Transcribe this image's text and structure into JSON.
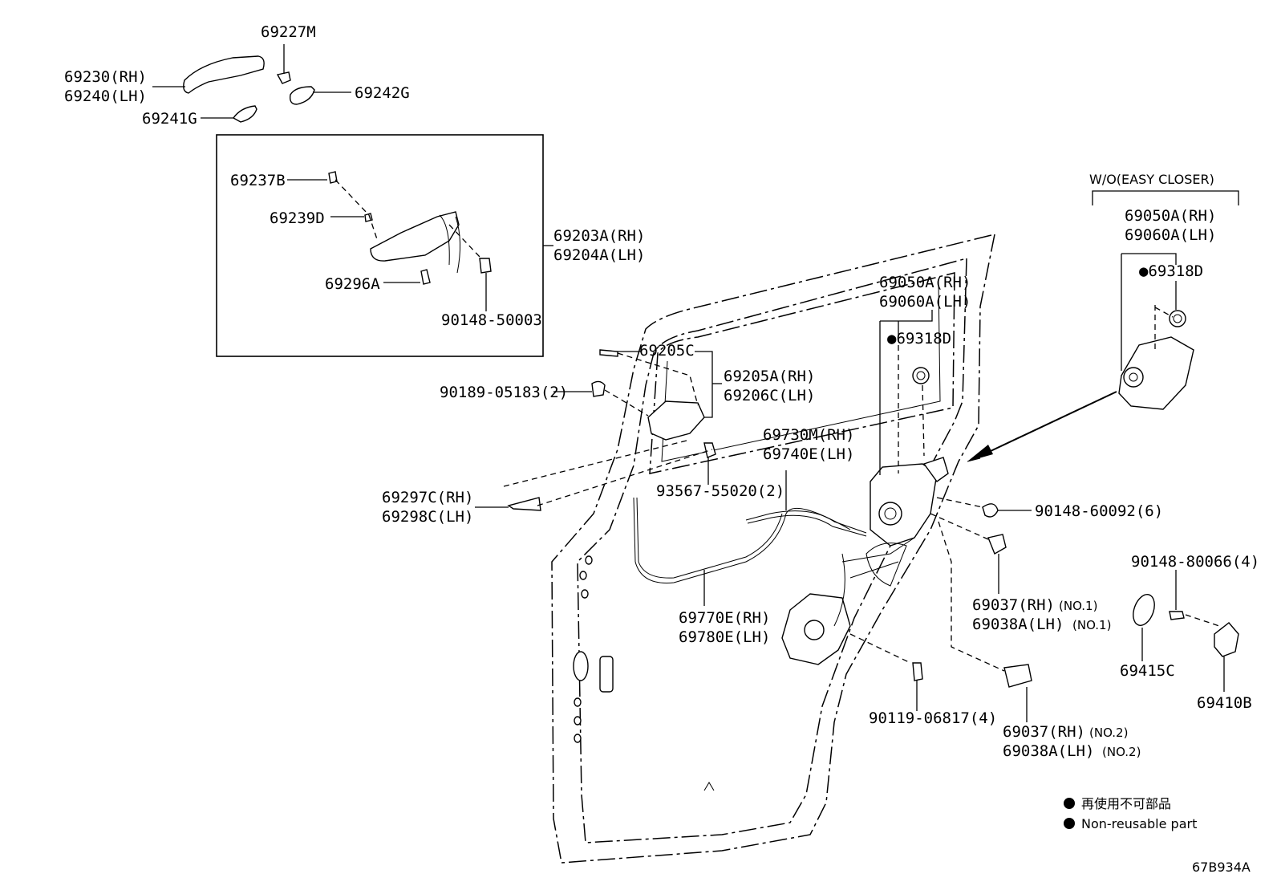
{
  "diagram": {
    "drawing_code": "67B934A",
    "variant_header": "W/O(EASY CLOSER)",
    "legend": {
      "jp": "再使用不可部品",
      "en": "Non-reusable part"
    },
    "labels": {
      "p69227M": "69227M",
      "p69230": "69230(RH)",
      "p69240": "69240(LH)",
      "p69242G": "69242G",
      "p69241G": "69241G",
      "p69237B": "69237B",
      "p69239D": "69239D",
      "p69296A": "69296A",
      "p90148_50003": "90148-50003",
      "p69203A": "69203A(RH)",
      "p69204A": "69204A(LH)",
      "p69205C": "69205C",
      "p69205A": "69205A(RH)",
      "p69206C": "69206C(LH)",
      "p90189": "90189-05183(2)",
      "p69297C": "69297C(RH)",
      "p69298C": "69298C(LH)",
      "p93567": "93567-55020(2)",
      "p69050A_c": "69050A(RH)",
      "p69060A_c": "69060A(LH)",
      "p69318D_c": "●69318D",
      "p69730M": "69730M(RH)",
      "p69740E": "69740E(LH)",
      "p69770E": "69770E(RH)",
      "p69780E": "69780E(LH)",
      "p90119": "90119-06817(4)",
      "p90148_60092": "90148-60092(6)",
      "p69037_1": "69037(RH)",
      "p69038A_1": "69038A(LH)",
      "no1a": "(NO.1)",
      "no1b": "(NO.1)",
      "p69037_2": "69037(RH)",
      "p69038A_2": "69038A(LH)",
      "no2a": "(NO.2)",
      "no2b": "(NO.2)",
      "p69050A_r": "69050A(RH)",
      "p69060A_r": "69060A(LH)",
      "p69318D_r": "●69318D",
      "p90148_80066": "90148-80066(4)",
      "p69415C": "69415C",
      "p69410B": "69410B"
    }
  }
}
